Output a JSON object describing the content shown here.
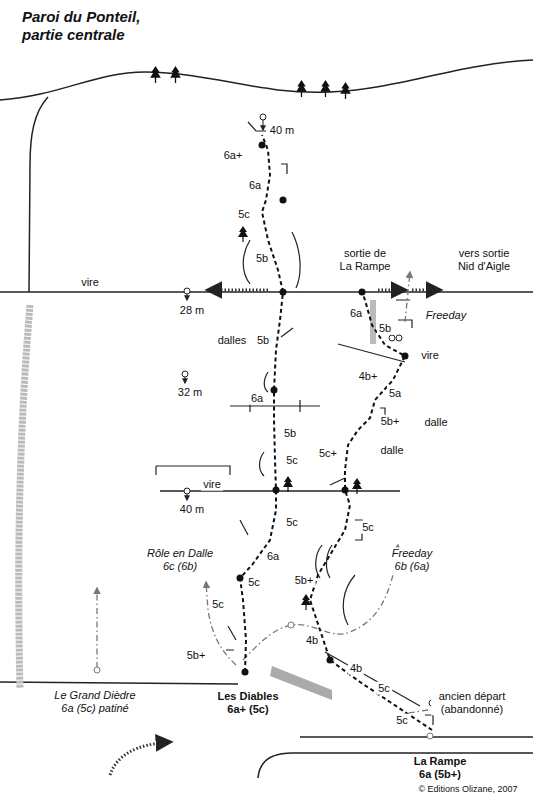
{
  "diagram": {
    "title": "Paroi du Ponteil, partie centrale",
    "labels": [
      "40 m",
      "6a+",
      "6a",
      "5c",
      "5b",
      "sortie de La Rampe",
      "vers sortie Nid d'Aigle",
      "vire",
      "28 m",
      "6a",
      "5b",
      "Freeday",
      "vire",
      "dalles",
      "5b",
      "4b+",
      "5a",
      "32 m",
      "6a",
      "5b+",
      "dalle",
      "5b",
      "5c+",
      "dalle",
      "5c",
      "vire",
      "40 m",
      "5c",
      "5c",
      "6a",
      "Rôle en Dalle 6c (6b)",
      "Freeday 6b (6a)",
      "5c",
      "5b+",
      "5c",
      "4b",
      "5b+",
      "4b",
      "5c",
      "Le Grand Dièdre 6a (5c) patiné",
      "Les Diables 6a+ (5c)",
      "ancien départ (abandonné)",
      "5c",
      "La Rampe 6a (5b+)",
      "© Editions Olizane, 2007"
    ]
  }
}
